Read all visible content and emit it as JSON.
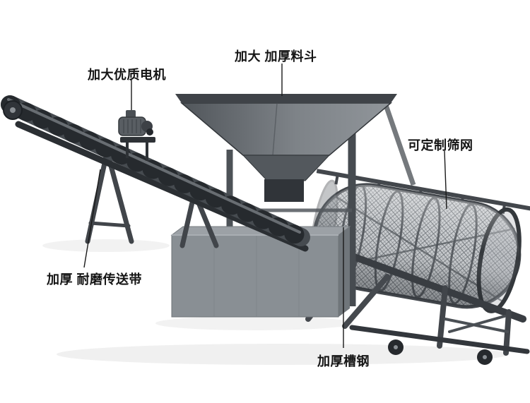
{
  "page": {
    "background": "#ffffff"
  },
  "illustration": {
    "subject": "sand-screening-machine",
    "colors": {
      "steel_dark": "#33373b",
      "steel_mid": "#6e7378",
      "steel_light": "#9ca1a6",
      "mesh_background": "#c7cacd",
      "mesh_line": "#70757a",
      "label_text": "#141414",
      "leader_line": "#1a1a1a"
    }
  },
  "callouts": {
    "hopper": {
      "label": "加大 加厚料斗"
    },
    "motor": {
      "label": "加大优质电机"
    },
    "screen": {
      "label": "可定制筛网"
    },
    "belt": {
      "label": "加厚 耐磨传送带"
    },
    "channel": {
      "label": "加厚槽钢"
    }
  }
}
